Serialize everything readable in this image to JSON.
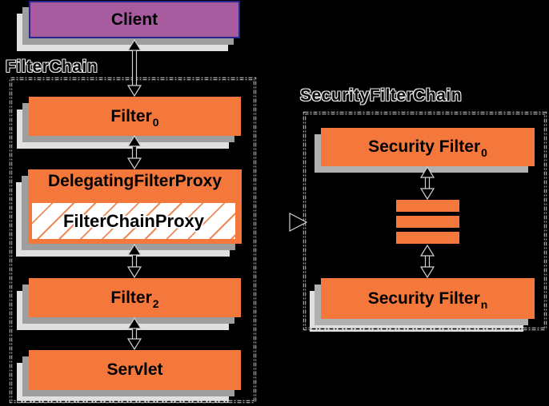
{
  "diagram": {
    "client": {
      "label": "Client"
    },
    "filter_chain": {
      "title": "FilterChain",
      "filter0": {
        "label": "Filter",
        "sub": "0"
      },
      "delegating_filter_proxy": {
        "label": "DelegatingFilterProxy"
      },
      "filter_chain_proxy": {
        "label": "FilterChainProxy"
      },
      "filter2": {
        "label": "Filter",
        "sub": "2"
      },
      "servlet": {
        "label": "Servlet"
      }
    },
    "security_filter_chain": {
      "title": "SecurityFilterChain",
      "security_filter0": {
        "label": "Security Filter",
        "sub": "0"
      },
      "placeholder_bar_count": 3,
      "security_filtern": {
        "label": "Security Filter",
        "sub": "n"
      }
    },
    "colors": {
      "background": "#000000",
      "box_orange": "#f4783c",
      "client_purple": "#a85ca0",
      "client_border": "#26268c",
      "shadow_medium": "#9e9e9e",
      "shadow_light": "#e0e0e0",
      "dash_halo": "#d9d9d9",
      "dash_core": "#000000",
      "hatch_orange": "#ee8a58"
    }
  }
}
